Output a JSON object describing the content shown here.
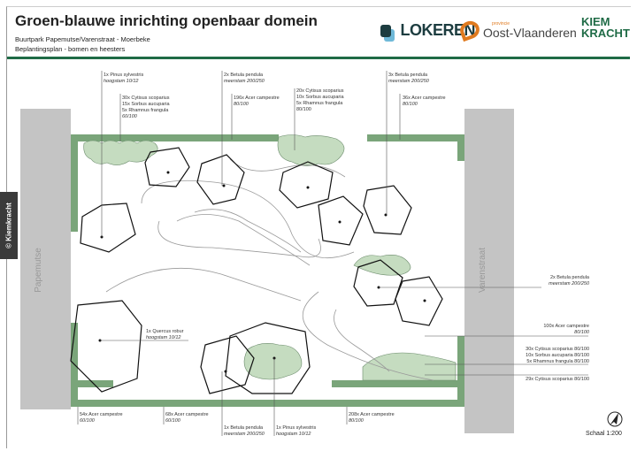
{
  "header": {
    "title": "Groen-blauwe inrichting openbaar domein",
    "subtitle1": "Buurtpark Papemutse/Varenstraat - Moerbeke",
    "subtitle2": "Beplantingsplan - bomen en heesters"
  },
  "logos": {
    "lokeren": "LOKEREN",
    "provincie_small": "provincie",
    "provincie": "Oost-Vlaanderen",
    "kiem": "KIEM",
    "kracht": "KRACHT"
  },
  "side_label": "© Kiemkracht",
  "streets": {
    "left": "Papemutse",
    "right": "Varenstraat"
  },
  "colors": {
    "accent": "#1f6b46",
    "hedge": "#7aa57a",
    "shrub": "#c5dcc0",
    "street": "#c4c4c4"
  },
  "labels": {
    "l1": {
      "a": "1x Pinus sylvestris",
      "b": "hoogstam 10/12"
    },
    "l2": {
      "a": "30x Cytisus scoparius",
      "b": "15x Sorbus aucuparia",
      "c": "5x Rhamnus frangula",
      "d": "60/100"
    },
    "l3": {
      "a": "2x Betula pendula",
      "b": "meerstam 200/250"
    },
    "l4": {
      "a": "196x Acer campestre",
      "b": "80/100"
    },
    "l5": {
      "a": "20x Cytisus scoparius",
      "b": "10x Sorbus aucuparia",
      "c": "5x Rhamnus frangula",
      "d": "80/100"
    },
    "l6": {
      "a": "3x Betula pendula",
      "b": "meerstam 200/250"
    },
    "l7": {
      "a": "36x Acer campestre",
      "b": "80/100"
    },
    "r1": {
      "a": "2x Betula pendula",
      "b": "meerstam 200/250"
    },
    "r2": {
      "a": "100x Acer campestre",
      "b": "80/100"
    },
    "r3": {
      "a": "30x Cytisus scoparius 80/100",
      "b": "10x Sorbus aucuparia 80/100",
      "c": "5x Rhamnus frangula 80/100"
    },
    "r4": {
      "a": "29x Cytisus scoparius 80/100"
    },
    "q": {
      "a": "1x Quercus robur",
      "b": "hoogstam 10/12"
    },
    "b1": {
      "a": "54x Acer campestre",
      "b": "60/100"
    },
    "b2": {
      "a": "68x Acer campestre",
      "b": "60/100"
    },
    "b3": {
      "a": "1x Betula pendula",
      "b": "meerstam 200/250"
    },
    "b4": {
      "a": "1x Pinus sylvestris",
      "b": "hoogstam 10/12"
    },
    "b5": {
      "a": "208x Acer campestre",
      "b": "80/100"
    }
  },
  "scale": "Schaal 1:200"
}
